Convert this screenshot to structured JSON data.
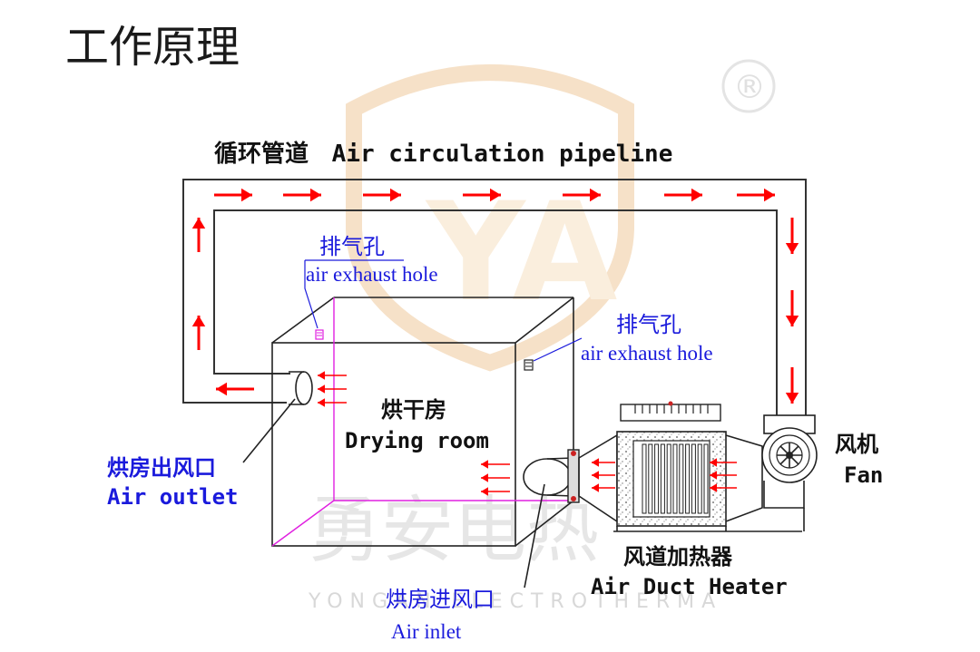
{
  "title": "工作原理",
  "registered_mark": "®",
  "watermark": {
    "chinese": "勇安电热",
    "english": "YONGAN ELECTROTHERMA"
  },
  "pipeline": {
    "zh": "循环管道",
    "en": "Air circulation pipeline"
  },
  "exhaust_hole_top": {
    "zh": "排气孔",
    "en": "air exhaust hole"
  },
  "exhaust_hole_right": {
    "zh": "排气孔",
    "en": "air exhaust hole"
  },
  "drying_room": {
    "zh": "烘干房",
    "en": "Drying room"
  },
  "air_outlet": {
    "zh": "烘房出风口",
    "en": "Air outlet"
  },
  "air_inlet": {
    "zh": "烘房进风口",
    "en": "Air inlet"
  },
  "heater": {
    "zh": "风道加热器",
    "en": "Air Duct Heater"
  },
  "fan": {
    "zh": "风机",
    "en": "Fan"
  },
  "colors": {
    "arrow": "#ff0000",
    "label_blue": "#1a1adc",
    "hidden_edge": "#e020e0",
    "watermark": "#e6e6e6"
  }
}
